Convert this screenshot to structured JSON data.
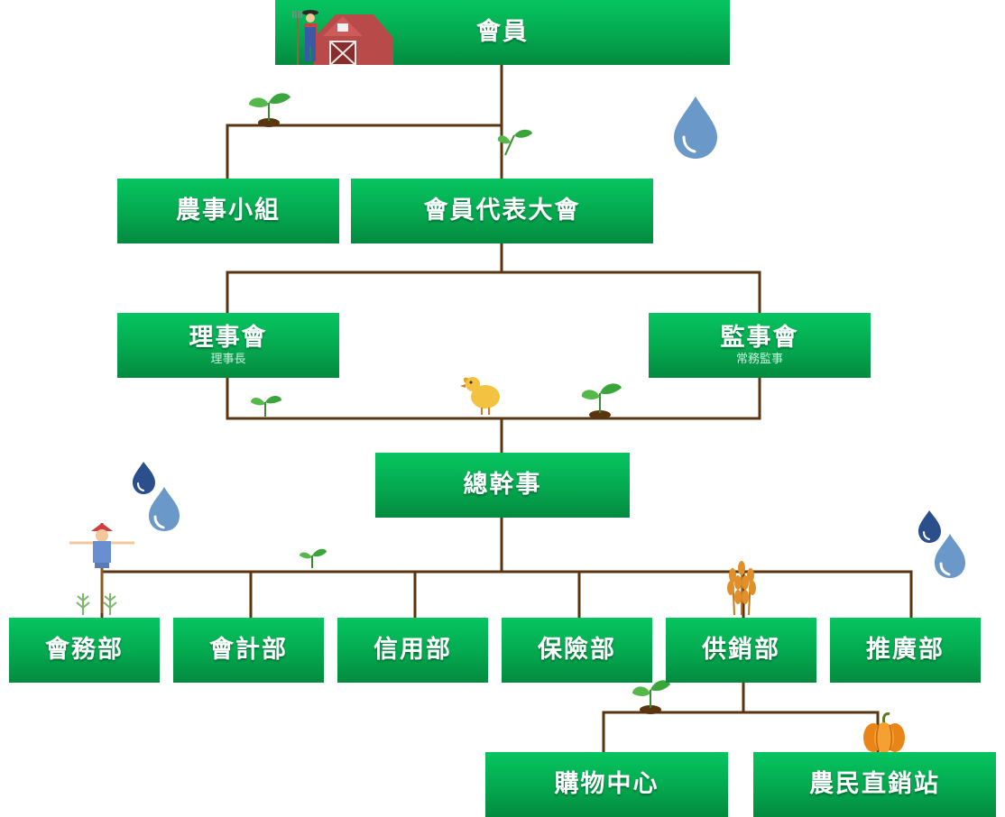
{
  "nodes": {
    "members": {
      "label": "會員"
    },
    "farming_groups": {
      "label": "農事小組"
    },
    "representatives": {
      "label": "會員代表大會"
    },
    "board_directors": {
      "label": "理事會",
      "sub": "理事長"
    },
    "board_supervisors": {
      "label": "監事會",
      "sub": "常務監事"
    },
    "general_manager": {
      "label": "總幹事"
    },
    "affairs": {
      "label": "會務部"
    },
    "accounting": {
      "label": "會計部"
    },
    "credit": {
      "label": "信用部"
    },
    "insurance": {
      "label": "保險部"
    },
    "supply_marketing": {
      "label": "供銷部"
    },
    "extension": {
      "label": "推廣部"
    },
    "shopping_center": {
      "label": "購物中心"
    },
    "farmers_market": {
      "label": "農民直銷站"
    }
  },
  "colors": {
    "box_top": "#06c560",
    "box_bottom": "#038a3f",
    "connector": "#5a3510",
    "water_light": "#6a98c8",
    "water_dark": "#2b4f8c",
    "leaf": "#3aa53a",
    "chick": "#f0c040",
    "pumpkin": "#f09020",
    "wheat": "#e0902a"
  },
  "decorations": [
    "farmer-icon",
    "barn-icon",
    "sprout-icon",
    "water-drop-icon",
    "chick-icon",
    "scarecrow-icon",
    "wheat-icon",
    "pumpkin-icon"
  ]
}
